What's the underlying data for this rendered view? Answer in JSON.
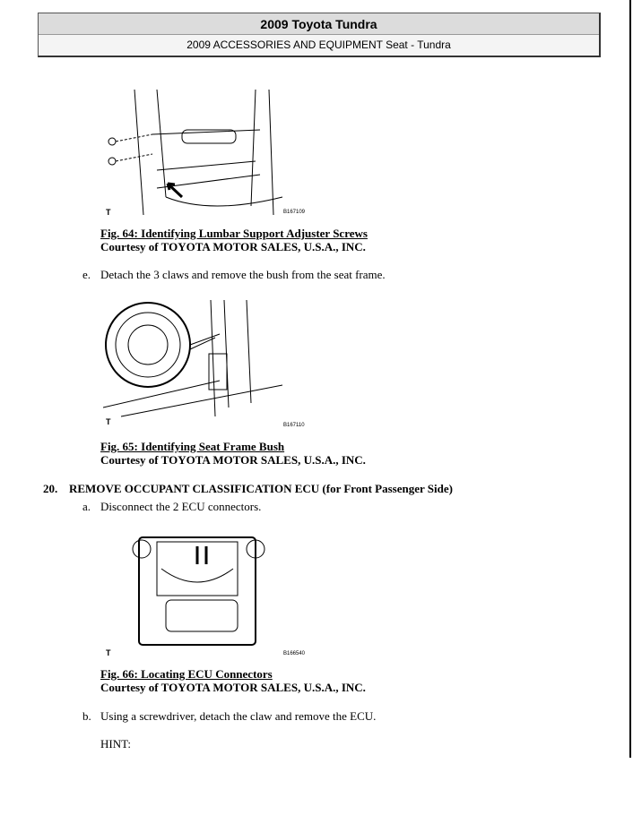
{
  "header": {
    "title": "2009 Toyota Tundra",
    "subtitle": "2009 ACCESSORIES AND EQUIPMENT Seat - Tundra"
  },
  "figures": [
    {
      "code": "B167109",
      "marker": "T",
      "caption": "Fig. 64: Identifying Lumbar Support Adjuster Screws",
      "credit": "Courtesy of TOYOTA MOTOR SALES, U.S.A., INC."
    },
    {
      "code": "B167110",
      "marker": "T",
      "caption": "Fig. 65: Identifying Seat Frame Bush",
      "credit": "Courtesy of TOYOTA MOTOR SALES, U.S.A., INC."
    },
    {
      "code": "B166540",
      "marker": "T",
      "caption": "Fig. 66: Locating ECU Connectors",
      "credit": "Courtesy of TOYOTA MOTOR SALES, U.S.A., INC."
    }
  ],
  "steps": {
    "e": {
      "label": "e.",
      "text": "Detach the 3 claws and remove the bush from the seat frame."
    },
    "s20": {
      "label": "20.",
      "text": "REMOVE OCCUPANT CLASSIFICATION ECU (for Front Passenger Side)"
    },
    "a": {
      "label": "a.",
      "text": "Disconnect the 2 ECU connectors."
    },
    "b": {
      "label": "b.",
      "text": "Using a screwdriver, detach the claw and remove the ECU."
    },
    "hint": "HINT:"
  }
}
